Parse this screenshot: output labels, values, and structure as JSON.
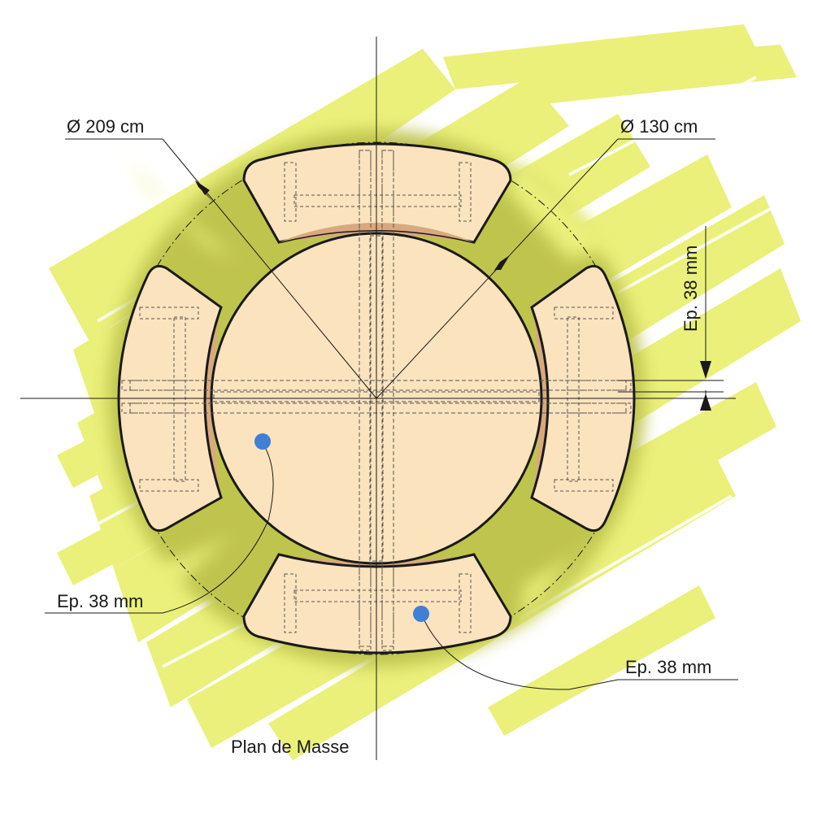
{
  "colors": {
    "background": "#ffffff",
    "splash": "#eaf07a",
    "halo": "#bfc44e",
    "wood": "#fbe3bd",
    "wood_shadow": "#d8a97e",
    "outline": "#1a1a1a",
    "marker": "#3f7fd6"
  },
  "labels": {
    "diameter_outer": "Ø 209 cm",
    "diameter_table": "Ø 130 cm",
    "thickness_right": "Ep. 38 mm",
    "thickness_left": "Ep. 38 mm",
    "thickness_bottom": "Ep. 38 mm",
    "caption": "Plan de Masse"
  },
  "components": {
    "table": "round-table-top",
    "benches": [
      "bench-top",
      "bench-left",
      "bench-right",
      "bench-bottom"
    ],
    "markers": [
      "marker-table",
      "marker-bench-bottom"
    ]
  }
}
